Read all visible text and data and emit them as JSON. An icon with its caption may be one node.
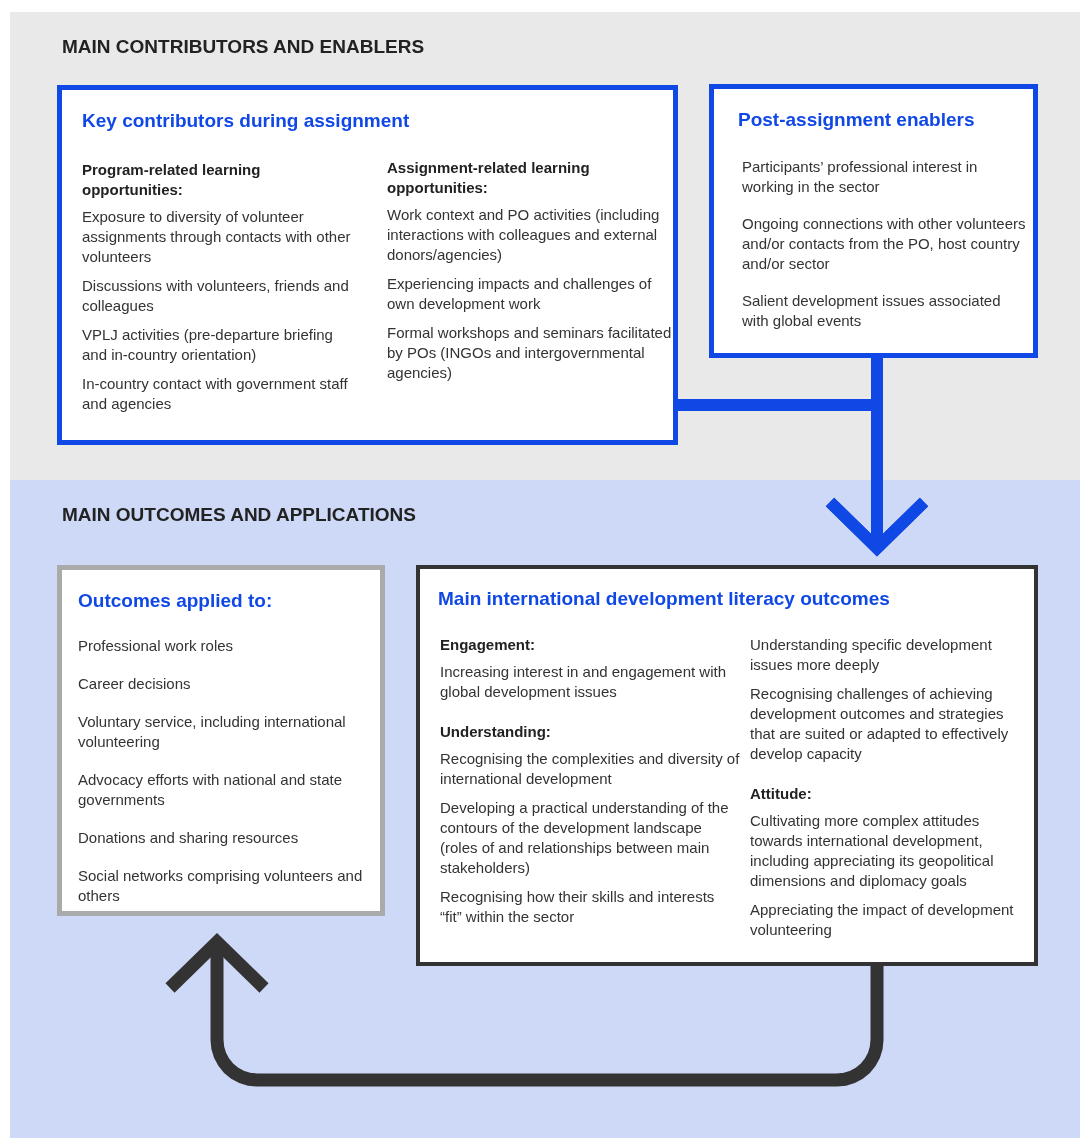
{
  "diagram": {
    "nodes": [
      {
        "text": [
          "MAIN CONTRIBUTORS AND ENABLERS"
        ]
      },
      {
        "text": [
          "Key contributors during assignment",
          "Program-related learning opportunities:",
          "Exposure to diversity of volunteer assignments through contacts with other volunteers",
          "Discussions with volunteers, friends and colleagues",
          "VPLJ activities (pre-departure briefing and in-country orientation)",
          "In-country contact with government staff and agencies",
          "Assignment-related learning opportunities:",
          "Work context and PO activities (including interactions with colleagues and external donors/agencies)",
          "Experiencing impacts and challenges of own development work",
          "Formal workshops and seminars facilitated by POs (INGOs and intergovernmental agencies)"
        ],
        "in": 0
      },
      {
        "text": [
          "Post-assignment enablers",
          "Participants’ professional interest in working in the sector",
          "Ongoing connections with other volunteers and/or contacts from the PO, host country and/or sector",
          "Salient development issues associated with global events"
        ],
        "in": 0
      },
      {
        "text": [
          "MAIN OUTCOMES AND APPLICATIONS"
        ]
      },
      {
        "text": [
          "Outcomes applied to:",
          "Professional work roles",
          "Career decisions",
          "Voluntary service, including international volunteering",
          "Advocacy efforts with national and state governments",
          "Donations and sharing resources",
          "Social networks comprising volunteers and others"
        ],
        "in": 3
      },
      {
        "text": [
          "Main international development literacy outcomes",
          "Engagement:",
          "Increasing interest in and engagement with global development issues",
          "Understanding:",
          "Recognising the complexities and diversity of international development",
          "Developing a practical understanding of the contours of the development landscape (roles of and relationships between main stakeholders)",
          "Recognising how their skills and interests “fit” within the sector",
          "Understanding specific development issues more deeply",
          "Recognising challenges of achieving development outcomes and strategies that are suited or adapted to effectively develop capacity",
          "Attitude:",
          "Cultivating more complex attitudes towards international development, including appreciating its geopolitical dimensions and diplomacy goals",
          "Appreciating the impact of development volunteering"
        ],
        "in": 3
      }
    ],
    "edges": [
      {
        "from": 1,
        "to": 5,
        "arrow": "to"
      },
      {
        "from": 2,
        "to": 5,
        "arrow": "to"
      },
      {
        "from": 5,
        "to": 4,
        "arrow": "to",
        "color": "#333333"
      }
    ]
  }
}
